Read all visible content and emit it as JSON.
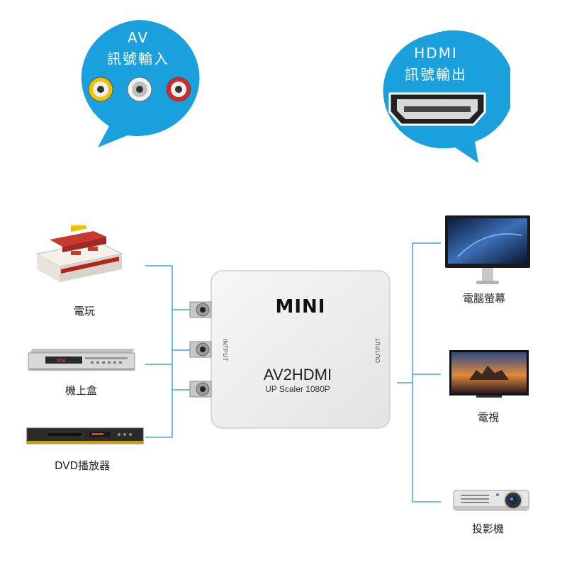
{
  "av_bubble": {
    "line1": "AV",
    "line2": "訊號輸入",
    "connector_colors": [
      "#f2c200",
      "#ffffff",
      "#d4262b"
    ]
  },
  "hdmi_bubble": {
    "line1": "HDMI",
    "line2": "訊號輸出"
  },
  "inputs": [
    {
      "label": "電玩",
      "icon": "game-console-icon"
    },
    {
      "label": "機上盒",
      "icon": "set-top-box-icon"
    },
    {
      "label": "DVD播放器",
      "icon": "dvd-player-icon"
    }
  ],
  "outputs": [
    {
      "label": "電腦螢幕",
      "icon": "computer-monitor-icon"
    },
    {
      "label": "電視",
      "icon": "television-icon"
    },
    {
      "label": "投影機",
      "icon": "projector-icon"
    }
  ],
  "device": {
    "brand": "MINI",
    "model": "AV2HDMI",
    "subtitle": "UP Scaler 1080P",
    "input_label": "INTPUT",
    "output_label": "OUTPUT"
  },
  "colors": {
    "bubble_blue": "#1aa0dc",
    "line_blue": "#3aa8e0"
  }
}
